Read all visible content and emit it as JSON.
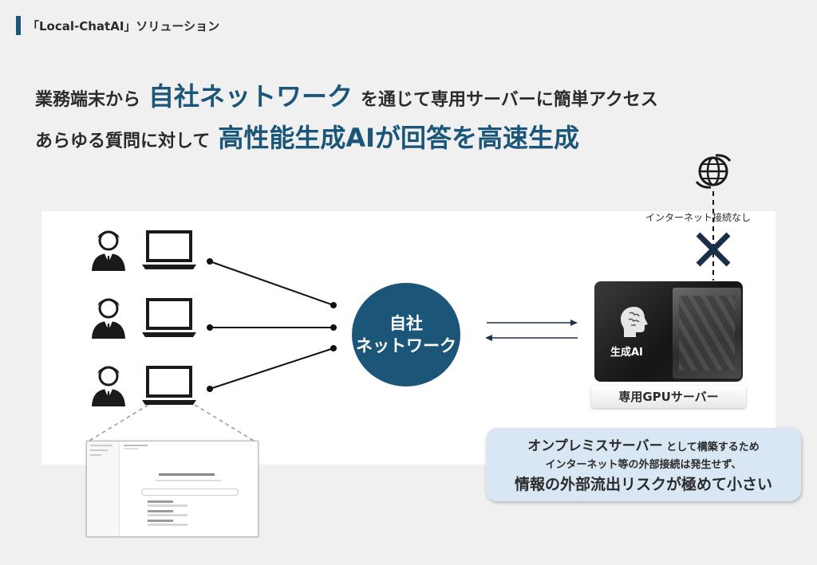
{
  "slide": {
    "label": "「Local-ChatAI」ソリューション"
  },
  "headline": {
    "line1": {
      "pre": "業務端末から",
      "highlight": "自社ネットワーク",
      "post": "を通じて専用サーバーに簡単アクセス"
    },
    "line2": {
      "pre": "あらゆる質問に対して",
      "highlight": "高性能生成AIが回答を高速生成"
    }
  },
  "diagram": {
    "network": {
      "line1": "自社",
      "line2": "ネットワーク"
    },
    "server": {
      "ai_label": "生成AI",
      "caption": "専用GPUサーバー"
    },
    "internet": {
      "label": "インターネット接続なし"
    },
    "callout": {
      "line1_big": "オンプレミスサーバー",
      "line1_rest": "として構築するため",
      "line2": "インターネット等の外部接続は発生せず、",
      "line3": "情報の外部流出リスクが極めて小さい"
    }
  },
  "colors": {
    "accent": "#1b5678",
    "callout_bg": "#d9e7f4",
    "text": "#2b2b2b"
  },
  "icons": [
    "person-icon",
    "laptop-icon",
    "brain-icon",
    "globe-icon",
    "x-mark-icon"
  ]
}
